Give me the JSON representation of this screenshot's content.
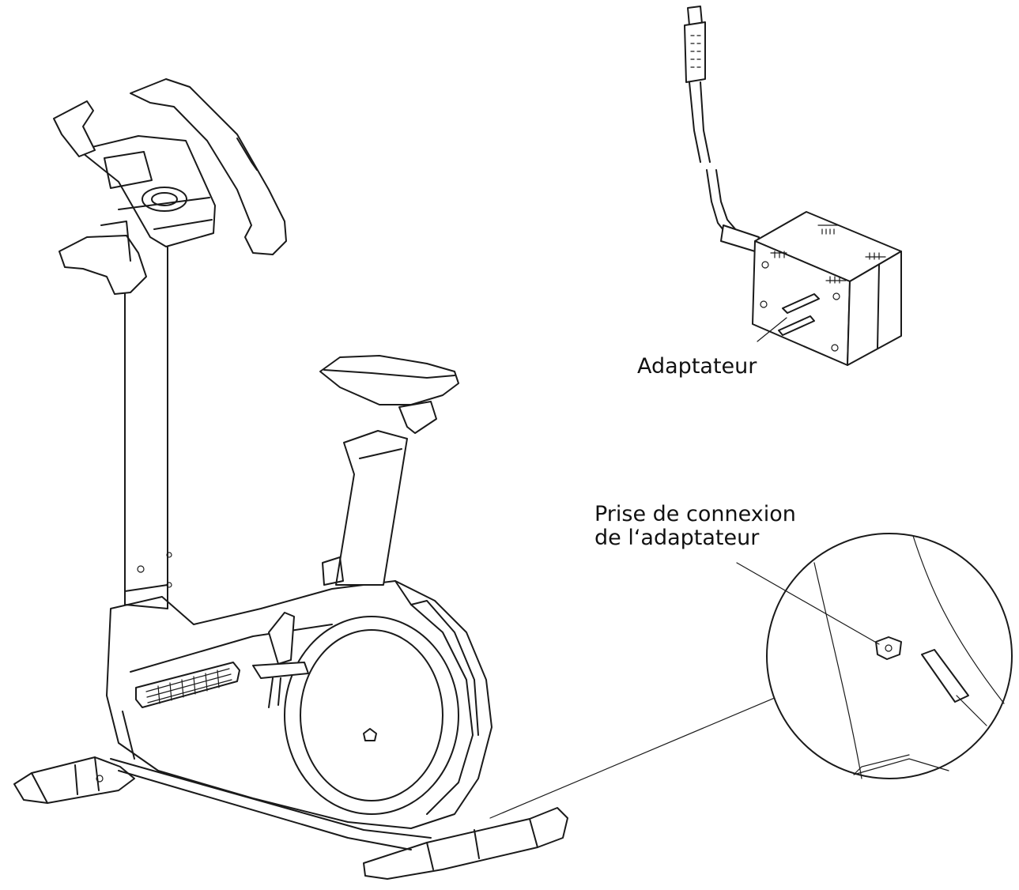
{
  "labels": {
    "adapter": "Adaptateur",
    "socket_line1": "Prise de connexion",
    "socket_line2": "de l‘adaptateur"
  },
  "colors": {
    "line": "#1a1a1a",
    "background": "#ffffff"
  }
}
